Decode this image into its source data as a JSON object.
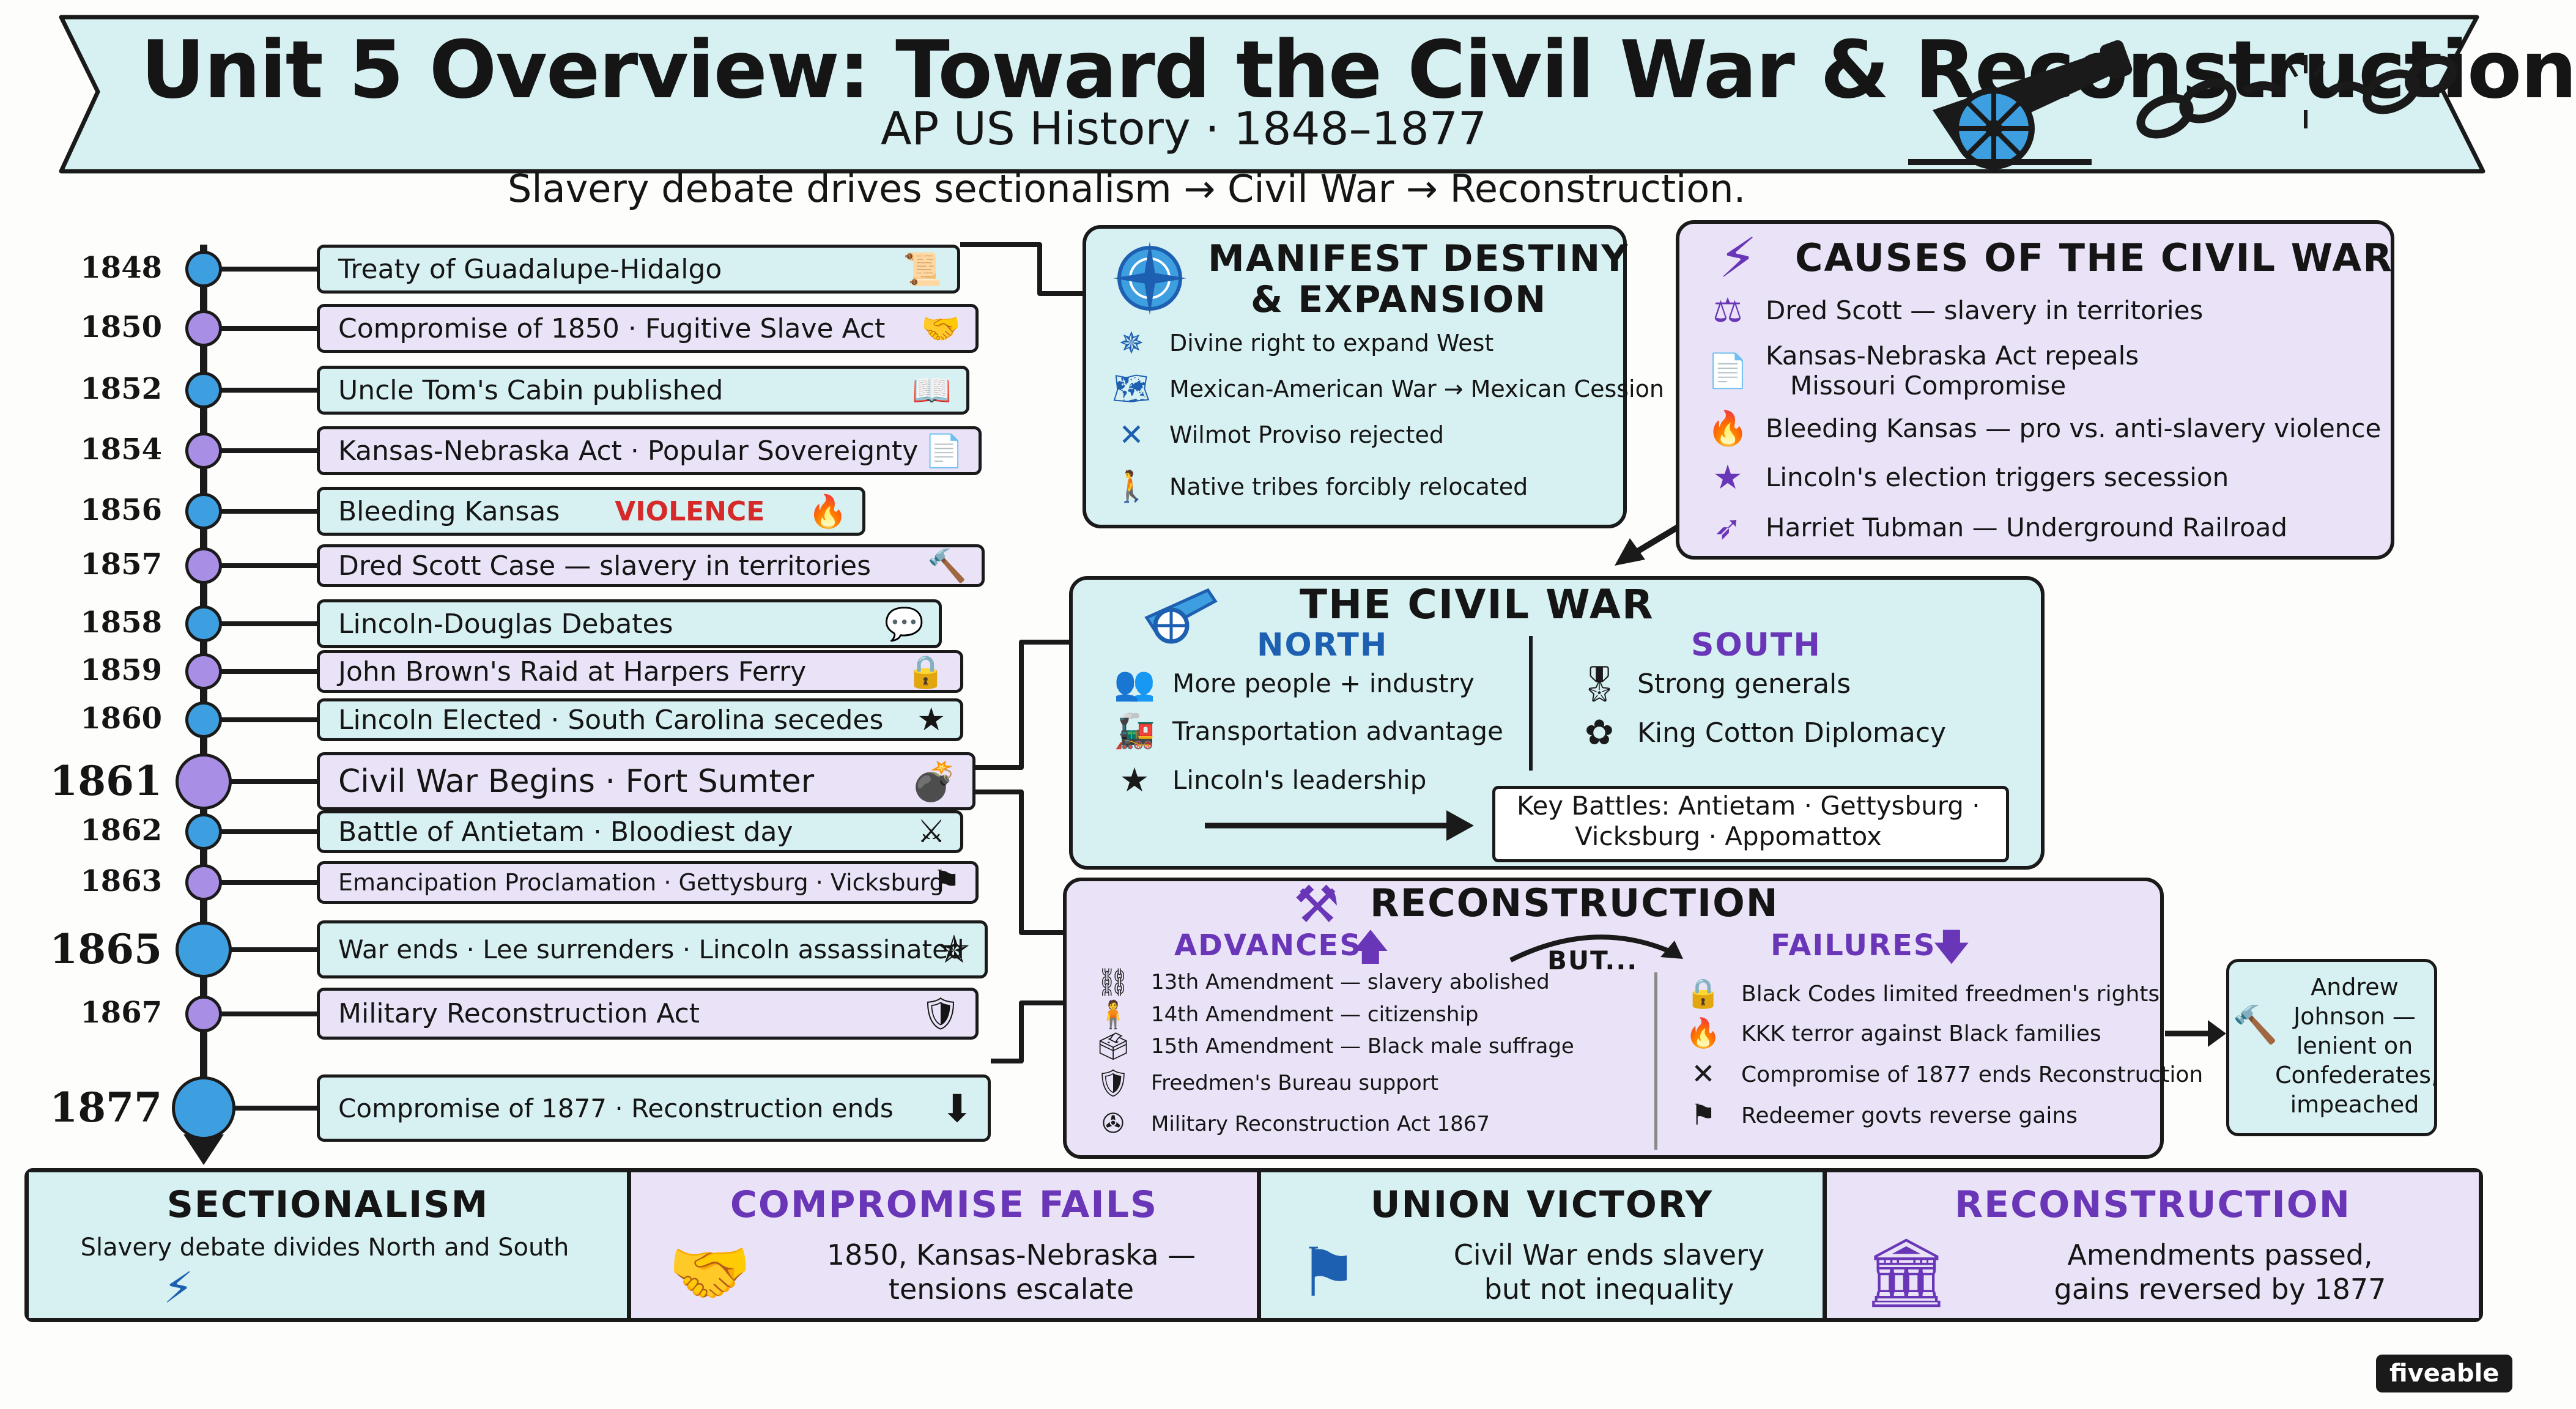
{
  "title": "Unit 5 Overview: Toward the Civil War & Reconstruction",
  "subtitle": "AP US History · 1848–1877",
  "tagline": "Slavery debate drives sectionalism → Civil War → Reconstruction.",
  "timeline": [
    {
      "year": "1848",
      "event": "Treaty of Guadalupe-Hidalgo",
      "icon": "scroll-icon",
      "glyph": "📜",
      "color": "blue"
    },
    {
      "year": "1850",
      "event": "Compromise of 1850 · Fugitive Slave Act",
      "icon": "handshake-icon",
      "glyph": "🤝",
      "color": "purple"
    },
    {
      "year": "1852",
      "event": "Uncle Tom's Cabin published",
      "icon": "book-icon",
      "glyph": "📖",
      "color": "blue"
    },
    {
      "year": "1854",
      "event": "Kansas-Nebraska Act · Popular Sovereignty",
      "icon": "document-icon",
      "glyph": "📄",
      "color": "purple"
    },
    {
      "year": "1856",
      "event": "Bleeding Kansas",
      "highlight": "VIOLENCE",
      "icon": "fire-icon",
      "glyph": "🔥",
      "color": "blue"
    },
    {
      "year": "1857",
      "event": "Dred Scott Case — slavery in territories",
      "icon": "gavel-icon",
      "glyph": "🔨",
      "color": "purple"
    },
    {
      "year": "1858",
      "event": "Lincoln-Douglas Debates",
      "icon": "speech-bubble-icon",
      "glyph": "💬",
      "color": "blue"
    },
    {
      "year": "1859",
      "event": "John Brown's Raid at Harpers Ferry",
      "icon": "lock-icon",
      "glyph": "🔒",
      "color": "purple"
    },
    {
      "year": "1860",
      "event": "Lincoln Elected · South Carolina secedes",
      "icon": "star-icon",
      "glyph": "★",
      "color": "blue"
    },
    {
      "year": "1861",
      "event": "Civil War Begins · Fort Sumter",
      "icon": "cannon-icon",
      "glyph": "💣",
      "color": "purple"
    },
    {
      "year": "1862",
      "event": "Battle of Antietam · Bloodiest day",
      "icon": "crossed-swords-icon",
      "glyph": "⚔",
      "color": "blue"
    },
    {
      "year": "1863",
      "event": "Emancipation Proclamation · Gettysburg · Vicksburg",
      "icon": "flag-icon",
      "glyph": "⚑",
      "color": "purple"
    },
    {
      "year": "1865",
      "event": "War ends · Lee surrenders · Lincoln assassinated",
      "icon": "broken-star-icon",
      "glyph": "✯",
      "color": "blue"
    },
    {
      "year": "1867",
      "event": "Military Reconstruction Act",
      "icon": "shield-icon",
      "glyph": "🛡",
      "color": "purple"
    },
    {
      "year": "1877",
      "event": "Compromise of 1877 · Reconstruction ends",
      "icon": "arrow-down-icon",
      "glyph": "⬇",
      "color": "blue"
    }
  ],
  "manifest": {
    "title1": "MANIFEST DESTINY",
    "title2": "& EXPANSION",
    "items": [
      {
        "text": "Divine right to expand West",
        "icon": "compass-icon",
        "glyph": "✵"
      },
      {
        "text": "Mexican-American War → Mexican Cession",
        "icon": "map-icon",
        "glyph": "🗺"
      },
      {
        "text": "Wilmot Proviso rejected",
        "icon": "x-icon",
        "glyph": "✕"
      },
      {
        "text": "Native tribes forcibly relocated",
        "icon": "walking-person-icon",
        "glyph": "🚶"
      }
    ]
  },
  "causes": {
    "title": "CAUSES OF THE CIVIL WAR",
    "items": [
      {
        "text": "Dred Scott — slavery in territories",
        "icon": "scales-icon",
        "glyph": "⚖"
      },
      {
        "text": "Kansas-Nebraska Act repeals",
        "text2": "Missouri Compromise",
        "icon": "document-icon",
        "glyph": "📄"
      },
      {
        "text": "Bleeding Kansas — pro vs. anti-slavery violence",
        "icon": "fire-icon",
        "glyph": "🔥"
      },
      {
        "text": "Lincoln's election triggers secession",
        "icon": "star-icon",
        "glyph": "★"
      },
      {
        "text": "Harriet Tubman — Underground Railroad",
        "icon": "dotted-path-icon",
        "glyph": "➶"
      }
    ]
  },
  "civilwar": {
    "title": "THE CIVIL WAR",
    "north_label": "NORTH",
    "south_label": "SOUTH",
    "north": [
      {
        "text": "More people + industry",
        "icon": "people-icon",
        "glyph": "👥"
      },
      {
        "text": "Transportation advantage",
        "icon": "train-icon",
        "glyph": "🚂"
      },
      {
        "text": "Lincoln's leadership",
        "icon": "star-icon",
        "glyph": "★"
      }
    ],
    "south": [
      {
        "text": "Strong generals",
        "icon": "general-cap-icon",
        "glyph": "🎖"
      },
      {
        "text": "King Cotton Diplomacy",
        "icon": "cotton-icon",
        "glyph": "✿"
      }
    ],
    "battles1": "Key Battles: Antietam · Gettysburg ·",
    "battles2": "Vicksburg · Appomattox"
  },
  "recon": {
    "title": "RECONSTRUCTION",
    "advances_label": "ADVANCES",
    "but_label": "BUT...",
    "failures_label": "FAILURES",
    "advances": [
      {
        "text": "13th Amendment — slavery abolished",
        "icon": "broken-chain-icon",
        "glyph": "⛓"
      },
      {
        "text": "14th Amendment — citizenship",
        "icon": "person-icon",
        "glyph": "🧍"
      },
      {
        "text": "15th Amendment — Black male suffrage",
        "icon": "ballot-box-icon",
        "glyph": "🗳"
      },
      {
        "text": "Freedmen's Bureau support",
        "icon": "shield-icon",
        "glyph": "🛡"
      },
      {
        "text": "Military Reconstruction Act 1867",
        "icon": "soldier-icon",
        "glyph": "✇"
      }
    ],
    "failures": [
      {
        "text": "Black Codes limited freedmen's rights",
        "icon": "lock-icon",
        "glyph": "🔒"
      },
      {
        "text": "KKK terror against Black families",
        "icon": "fire-icon",
        "glyph": "🔥"
      },
      {
        "text": "Compromise of 1877 ends Reconstruction",
        "icon": "x-icon",
        "glyph": "✕"
      },
      {
        "text": "Redeemer govts reverse gains",
        "icon": "flag-icon",
        "glyph": "⚑"
      }
    ]
  },
  "johnson": [
    "Andrew",
    "Johnson —",
    "lenient on",
    "Confederates,",
    "impeached"
  ],
  "bottom": [
    {
      "title": "SECTIONALISM",
      "line1": "Slavery debate divides North and South",
      "line2": "",
      "icon": "divided-map-icon",
      "glyph": "⚡",
      "color": "blue"
    },
    {
      "title": "COMPROMISE FAILS",
      "line1": "1850, Kansas-Nebraska —",
      "line2": "tensions escalate",
      "icon": "handshake-icon",
      "glyph": "🤝",
      "color": "purple"
    },
    {
      "title": "UNION VICTORY",
      "line1": "Civil War ends slavery",
      "line2": "but not inequality",
      "icon": "flag-icon",
      "glyph": "⚑",
      "color": "blue"
    },
    {
      "title": "RECONSTRUCTION",
      "line1": "Amendments passed,",
      "line2": "gains reversed by 1877",
      "icon": "capitol-building-icon",
      "glyph": "🏛",
      "color": "purple"
    }
  ],
  "brand": "fiveable",
  "colors": {
    "blue_fill": "#d7f1f3",
    "purple_fill": "#eae3f7",
    "dot_blue": "#3d9ee0",
    "dot_purple": "#a98ee6",
    "accent_red": "#d62a2a",
    "accent_purple": "#6a36b8",
    "accent_blue": "#1d5fb0"
  }
}
